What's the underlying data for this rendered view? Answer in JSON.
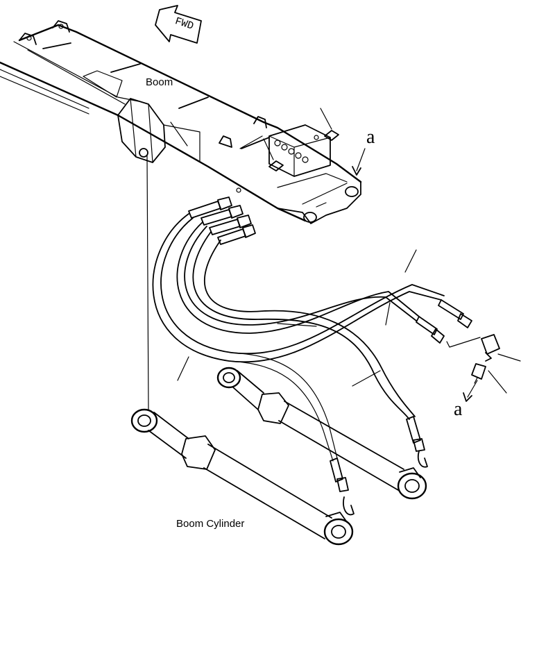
{
  "labels": {
    "boom": "Boom",
    "boom_cylinder": "Boom Cylinder",
    "direction": "FWD",
    "callout_top": "a",
    "callout_bottom": "a"
  },
  "icons": {
    "direction_arrow": "fwd-arrow-icon"
  },
  "colors": {
    "ink": "#000000",
    "background": "#ffffff"
  }
}
